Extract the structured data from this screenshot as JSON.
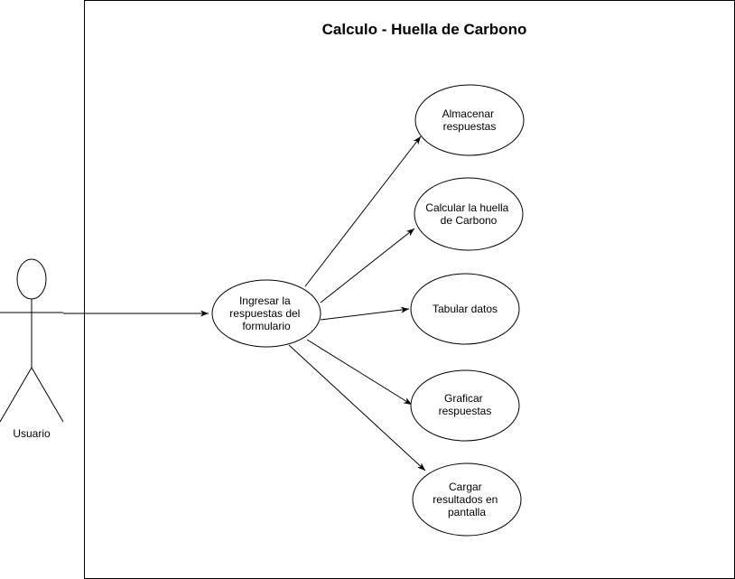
{
  "title": "Calculo - Huella de Carbono",
  "actor": {
    "label": "Usuario"
  },
  "main_use_case": {
    "lines": [
      "Ingresar la",
      "respuestas del",
      "formulario"
    ]
  },
  "use_cases": [
    {
      "lines": [
        "Almacenar",
        "respuestas"
      ]
    },
    {
      "lines": [
        "Calcular la huella",
        "de Carbono"
      ]
    },
    {
      "lines": [
        "Tabular datos"
      ]
    },
    {
      "lines": [
        "Graficar",
        "respuestas"
      ]
    },
    {
      "lines": [
        "Cargar",
        "resultados en",
        "pantalla"
      ]
    }
  ]
}
